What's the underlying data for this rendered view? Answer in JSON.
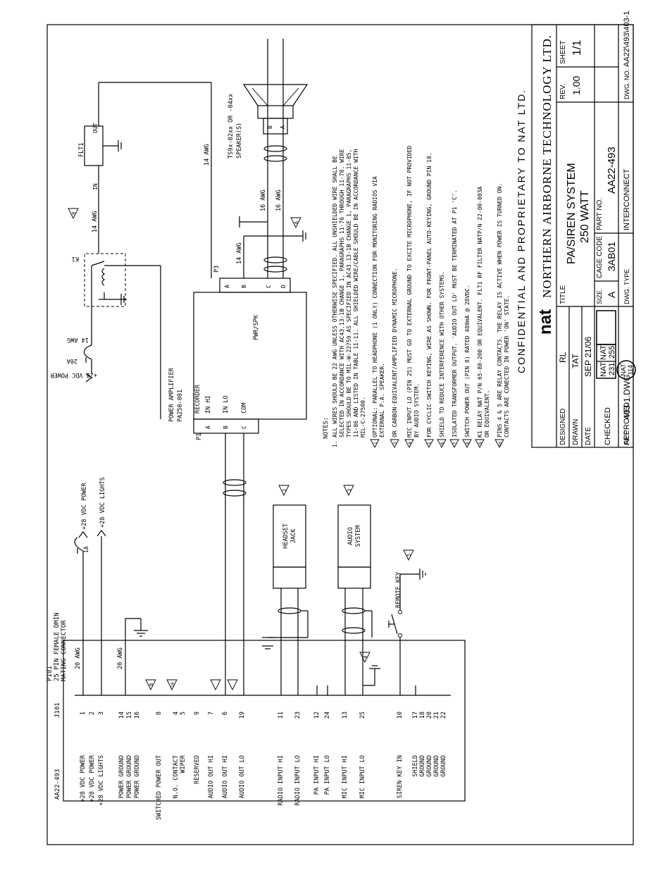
{
  "j101": {
    "ref": "J101",
    "part": "AA22-493",
    "pins": [
      {
        "label": "+28 VDC POWER",
        "pin": "1"
      },
      {
        "label": "+28 VDC POWER",
        "pin": "2"
      },
      {
        "label": "+28 VDC LIGHTS",
        "pin": "3"
      },
      {
        "label": "POWER GROUND",
        "pin": "14"
      },
      {
        "label": "POWER GROUND",
        "pin": "15"
      },
      {
        "label": "POWER GROUND",
        "pin": "16"
      },
      {
        "label": "SWITCHED POWER OUT",
        "pin": "8"
      },
      {
        "label": "N.O. CONTACT",
        "pin": "4"
      },
      {
        "label": "WIPER",
        "pin": "5"
      },
      {
        "label": "RESERVED",
        "pin": "9"
      },
      {
        "label": "AUDIO OUT HI",
        "pin": "7"
      },
      {
        "label": "AUDIO OUT HI",
        "pin": "6"
      },
      {
        "label": "AUDIO OUT LO",
        "pin": "19"
      },
      {
        "label": "RADIO INPUT HI",
        "pin": "11"
      },
      {
        "label": "RADIO INPUT LO",
        "pin": "23"
      },
      {
        "label": "PA INPUT HI",
        "pin": "12"
      },
      {
        "label": "PA INPUT LO",
        "pin": "24"
      },
      {
        "label": "MIC INPUT HI",
        "pin": "13"
      },
      {
        "label": "MIC INPUT LO",
        "pin": "25"
      },
      {
        "label": "SIREN KEY IN",
        "pin": "10"
      },
      {
        "label": "SHIELD",
        "pin": "17"
      },
      {
        "label": "GROUND",
        "pin": "18"
      },
      {
        "label": "GROUND",
        "pin": "20"
      },
      {
        "label": "GROUND",
        "pin": "21"
      },
      {
        "label": "GROUND",
        "pin": "22"
      }
    ]
  },
  "p101": {
    "ref": "P101",
    "desc_line1": "25 PIN FEMALE DMIN",
    "desc_line2": "MATING CONNECTOR"
  },
  "wires": {
    "awg20_top": "20 AWG",
    "awg20_ground": "20 AWG",
    "awg14_a": "14 AWG",
    "awg14_b": "14 AWG",
    "awg14_c": "14 AWG",
    "awg14_d": "14 AWG",
    "awg16_a": "16 AWG",
    "awg16_b": "16 AWG"
  },
  "power": {
    "vdc_power": "+28 VDC POWER",
    "vdc_lights": "+28 VDC LIGHTS",
    "fuse_1a": "1A",
    "vdc_power2": "+28 VDC POWER",
    "fuse_20a": "20A"
  },
  "amplifier": {
    "title": "POWER AMPLIFIER",
    "part": "PA250-001",
    "p1": "P1",
    "p3": "P3",
    "recorder": "RECORDER",
    "in_hi": "IN HI",
    "in_lo": "IN LO",
    "com": "COM",
    "pwr_spk": "PWR/SPK",
    "pins_left": [
      "A",
      "B",
      "C"
    ],
    "pins_right": [
      "A",
      "B",
      "C",
      "D"
    ]
  },
  "devices": {
    "headset_line1": "HEADSET",
    "headset_line2": "JACK",
    "audio_line1": "AUDIO",
    "audio_line2": "SYSTEM",
    "remote_key": "REMOTE KEY",
    "relay": "K1",
    "filter": "FLT1",
    "filter_in": "IN",
    "filter_out": "OUT",
    "speaker_line1": "TS9x-02xx OR -04xx",
    "speaker_line2": "SPEAKER(S)",
    "speaker_b": "B",
    "speaker_a": "A"
  },
  "notes": {
    "heading": "NOTES:",
    "lines": [
      {
        "mark": "1.",
        "text": "ALL WIRES SHOULD BE 22 AWG UNLESS OTHERWISE SPECIFIED. ALL UNSHIELDED WIRE SHALL BE"
      },
      {
        "mark": "",
        "text": "SELECTED IN ACCORDANCE WITH AC43.13-1B CHANGE 1, PARAGRAPHS 11-76 THROUGH 11-78. WIRE"
      },
      {
        "mark": "",
        "text": "TYPES SHOULD BE TO MIL-W-22759 AS SPECIFIED IN AC43.13-1B CHANGE 1, PARAGRAPHS 11-85,"
      },
      {
        "mark": "",
        "text": "11-86 AND LISTED IN TABLE 11-11. ALL SHIELDED WIRE/CABLE SHOULD BE IN ACCORDANCE WITH"
      },
      {
        "mark": "",
        "text": "MIL-C-27500."
      },
      {
        "mark": "2",
        "text": "OPTIONAL: PARALLEL TO HEADPHONE (1 ONLY) CONNECTION FOR MONITORING RADIOS VIA"
      },
      {
        "mark": "",
        "text": "EXTERNAL P.A. SPEAKER."
      },
      {
        "mark": "3",
        "text": "OR CARBON-EQUIVALENT/AMPLIFIED DYNAMIC MICROPHONE."
      },
      {
        "mark": "4",
        "text": "MIC INPUT LO (PIN 25) MUST GO TO EXTERNAL GROUND TO EXCITE MICROPHONE, IF NOT PROVIDED"
      },
      {
        "mark": "",
        "text": "BY AUDIO SYSTEM."
      },
      {
        "mark": "5",
        "text": "FOR CYCLIC-SWITCH KEYING, WIRE AS SHOWN. FOR FRONT-PANEL AUTO-KEYING, GROUND PIN 10."
      },
      {
        "mark": "6",
        "text": "SHIELD TO REDUCE INTERFERENCE WITH OTHER SYSTEMS."
      },
      {
        "mark": "7",
        "text": "ISOLATED TRANSFORMER OUTPUT. 'AUDIO OUT LO' MUST BE TERMINATED AT P1 'C'."
      },
      {
        "mark": "8",
        "text": "SWITCH POWER OUT (PIN 8) RATED 400mA @ 28VDC."
      },
      {
        "mark": "9",
        "text": "K1 RELAY NAT P/N 65-80-200 OR EQUIVALENT. FLT1 RF FILTER NATP/N 22-00-003A"
      },
      {
        "mark": "",
        "text": "OR EQUIVALENT."
      },
      {
        "mark": "10",
        "text": "PINS 4 & 5 ARE RELAY CONTACTS. THE RELAY IS ACTIVE WHEN POWER IS TURNED ON."
      },
      {
        "mark": "",
        "text": "CONTACTS ARE CONECTED IN POWER 'ON' STATE."
      }
    ]
  },
  "titleblock": {
    "confidential": "CONFIDENTIAL AND PROPRIETARY TO NAT LTD.",
    "company": "NORTHERN AIRBORNE TECHNOLOGY LTD.",
    "logo": "nat",
    "designed_label": "DESIGNED",
    "designed": "RL",
    "drawn_label": "DRAWN",
    "drawn": "TAT",
    "date_label": "DATE",
    "date": "SEP 21/06",
    "checked_label": "CHECKED",
    "approved_label": "APPROVED",
    "stamp1_l1": "NAT",
    "stamp1_l2": "231",
    "stamp2_l1": "NAT",
    "stamp2_l2": "255",
    "stamp3_l1": "NAT",
    "stamp3_l2": "114",
    "file_label": "FILE",
    "file": "403-1.DWG",
    "title_label": "TITLE",
    "title_line1": "PA/SIREN SYSTEM",
    "title_line2": "250 WATT",
    "size_label": "SIZE",
    "size": "A",
    "cage_label": "CAGE CODE",
    "cage": "3AB01",
    "part_label": "PART NO.",
    "part": "AA22-493",
    "rev_label": "REV.",
    "rev": "1.00",
    "sheet_label": "SHEET",
    "sheet": "1/1",
    "dwgtype_label": "DWG. TYPE",
    "dwgtype": "INTERCONNECT",
    "dwgno_label": "DWG. NO.",
    "dwgno": "AA22\\493\\403-1"
  }
}
